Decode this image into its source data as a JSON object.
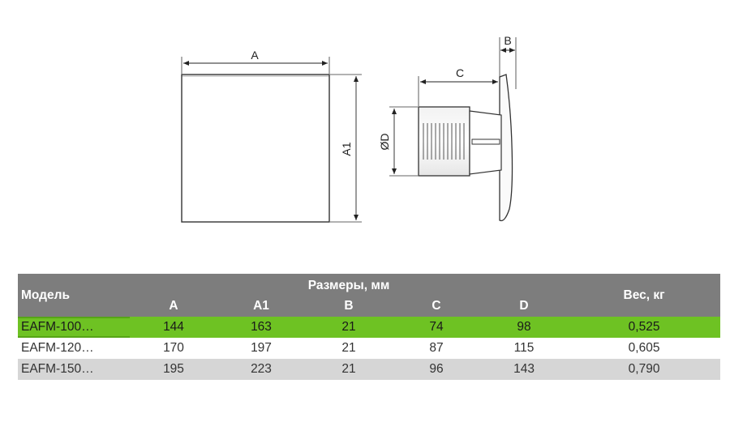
{
  "drawing": {
    "labels": {
      "a": "A",
      "a1": "A1",
      "b": "B",
      "c": "C",
      "d": "ØD"
    }
  },
  "table": {
    "model_header": "Модель",
    "group_header": "Размеры, мм",
    "weight_header": "Вес, кг",
    "columns": [
      "A",
      "A1",
      "B",
      "C",
      "D"
    ],
    "rows": [
      {
        "model": "EAFM-100…",
        "values": [
          "144",
          "163",
          "21",
          "74",
          "98"
        ],
        "weight": "0,525",
        "highlight": true
      },
      {
        "model": "EAFM-120…",
        "values": [
          "170",
          "197",
          "21",
          "87",
          "115"
        ],
        "weight": "0,605",
        "highlight": false
      },
      {
        "model": "EAFM-150…",
        "values": [
          "195",
          "223",
          "21",
          "96",
          "143"
        ],
        "weight": "0,790",
        "highlight": false
      }
    ]
  },
  "colors": {
    "header_bg": "#7d7d7d",
    "highlight_row": "#6ec223",
    "alt_row": "#d6d6d6"
  }
}
